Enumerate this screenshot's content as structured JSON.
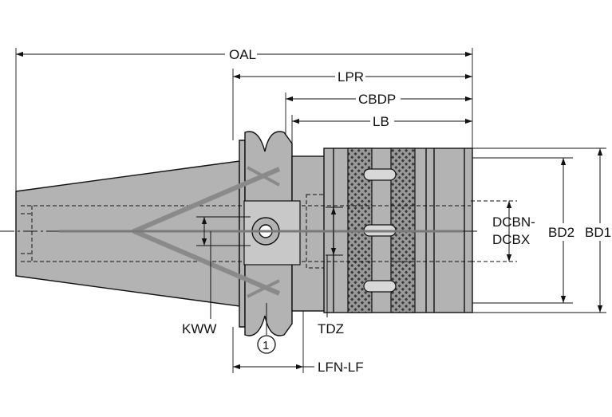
{
  "labels": {
    "oal": "OAL",
    "lpr": "LPR",
    "cbdp": "CBDP",
    "lb": "LB",
    "dcbn": "DCBN-",
    "dcbx": "DCBX",
    "bd2": "BD2",
    "bd1": "BD1",
    "kww": "KWW",
    "tdz": "TDZ",
    "lfn_lf": "LFN-LF",
    "callout": "1"
  },
  "colors": {
    "body_fill": "#b3b3b3",
    "line": "#111111",
    "knurl_dark": "#3a3a3a",
    "knurl_light": "#9a9a9a"
  }
}
